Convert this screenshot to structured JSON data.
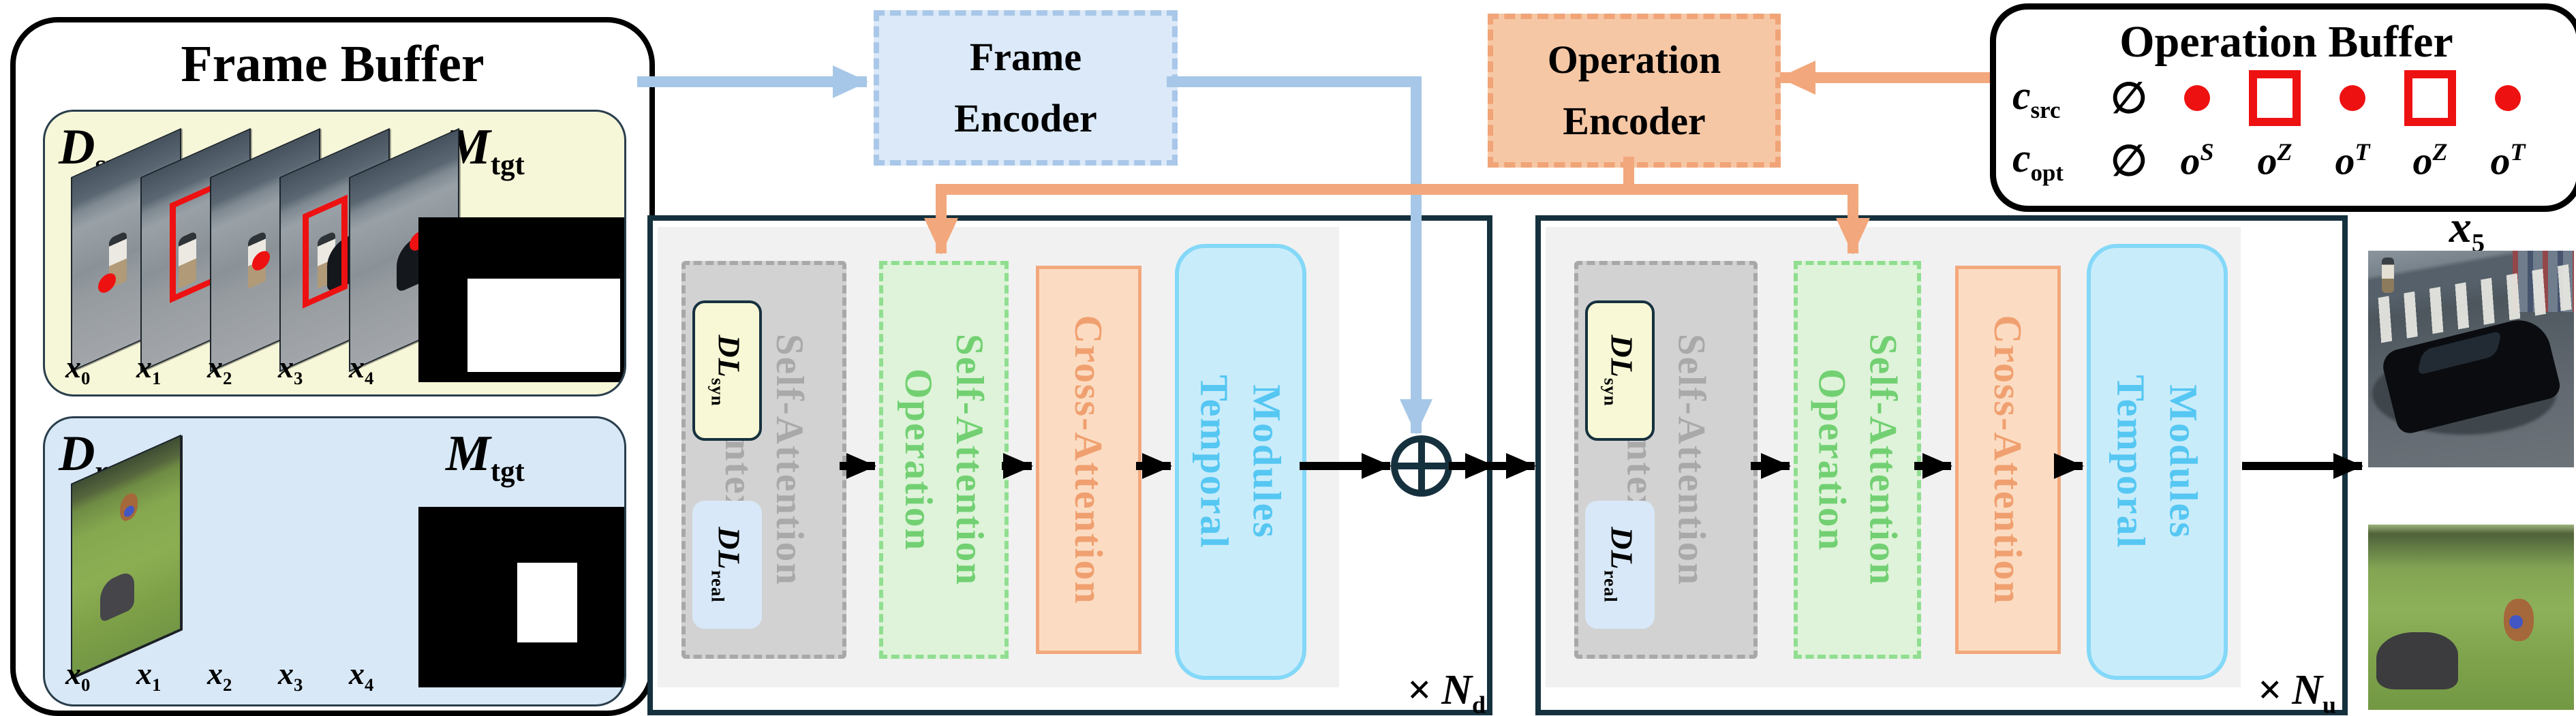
{
  "frame_buffer": {
    "title": "Frame Buffer",
    "syn": {
      "dataset_base": "D",
      "dataset_sub": "syn",
      "mask_base": "M",
      "mask_sub": "tgt",
      "frames": [
        {
          "base": "x",
          "sub": "0"
        },
        {
          "base": "x",
          "sub": "1"
        },
        {
          "base": "x",
          "sub": "2"
        },
        {
          "base": "x",
          "sub": "3"
        },
        {
          "base": "x",
          "sub": "4"
        }
      ]
    },
    "real": {
      "dataset_base": "D",
      "dataset_sub": "real",
      "mask_base": "M",
      "mask_sub": "tgt",
      "frames": [
        {
          "base": "x",
          "sub": "0"
        },
        {
          "base": "x",
          "sub": "1"
        },
        {
          "base": "x",
          "sub": "2"
        },
        {
          "base": "x",
          "sub": "3"
        },
        {
          "base": "x",
          "sub": "4"
        }
      ]
    }
  },
  "frame_encoder": {
    "line1": "Frame",
    "line2": "Encoder"
  },
  "operation_encoder": {
    "line1": "Operation",
    "line2": "Encoder"
  },
  "operation_buffer": {
    "title": "Operation Buffer",
    "src": {
      "label_base": "c",
      "label_sub": "src",
      "empty": "∅",
      "tokens": [
        "red-dot",
        "red-square",
        "red-dot",
        "red-square",
        "red-dot"
      ]
    },
    "opt": {
      "label_base": "c",
      "label_sub": "opt",
      "empty": "∅",
      "ops": [
        {
          "base": "o",
          "sup": "S"
        },
        {
          "base": "o",
          "sup": "Z"
        },
        {
          "base": "o",
          "sup": "T"
        },
        {
          "base": "o",
          "sup": "Z"
        },
        {
          "base": "o",
          "sup": "T"
        }
      ]
    }
  },
  "modules": {
    "context_line1": "Context",
    "context_line2": "Self-Attention",
    "operation_line1": "Operation",
    "operation_line2": "Self-Attention",
    "cross": "Cross-Attention",
    "temporal_line1": "Temporal",
    "temporal_line2": "Modules",
    "dl_syn_base": "DL",
    "dl_syn_sub": "syn",
    "dl_real_base": "DL",
    "dl_real_sub": "real"
  },
  "block1": {
    "repeat_times": "×",
    "repeat_base": "N",
    "repeat_sub": "d"
  },
  "block2": {
    "repeat_times": "×",
    "repeat_base": "N",
    "repeat_sub": "u"
  },
  "output": {
    "label_base": "x",
    "label_sub": "5"
  },
  "colors": {
    "navy": "#16313e",
    "blue_arrow": "#a6c7e7",
    "blue_fill": "#dbe9f8",
    "orange_arrow": "#f2a87c",
    "orange_fill": "#f6c7a5",
    "green_fill": "#def3d9",
    "green_text": "#72d072",
    "cross_fill": "#fbdcc2",
    "cross_text": "#f0a070",
    "temporal_fill": "#c9ecfb",
    "temporal_text": "#55c7f2",
    "gray_fill": "#d2d2d2",
    "gray_text": "#a9a9a9",
    "red": "#ee1111"
  }
}
